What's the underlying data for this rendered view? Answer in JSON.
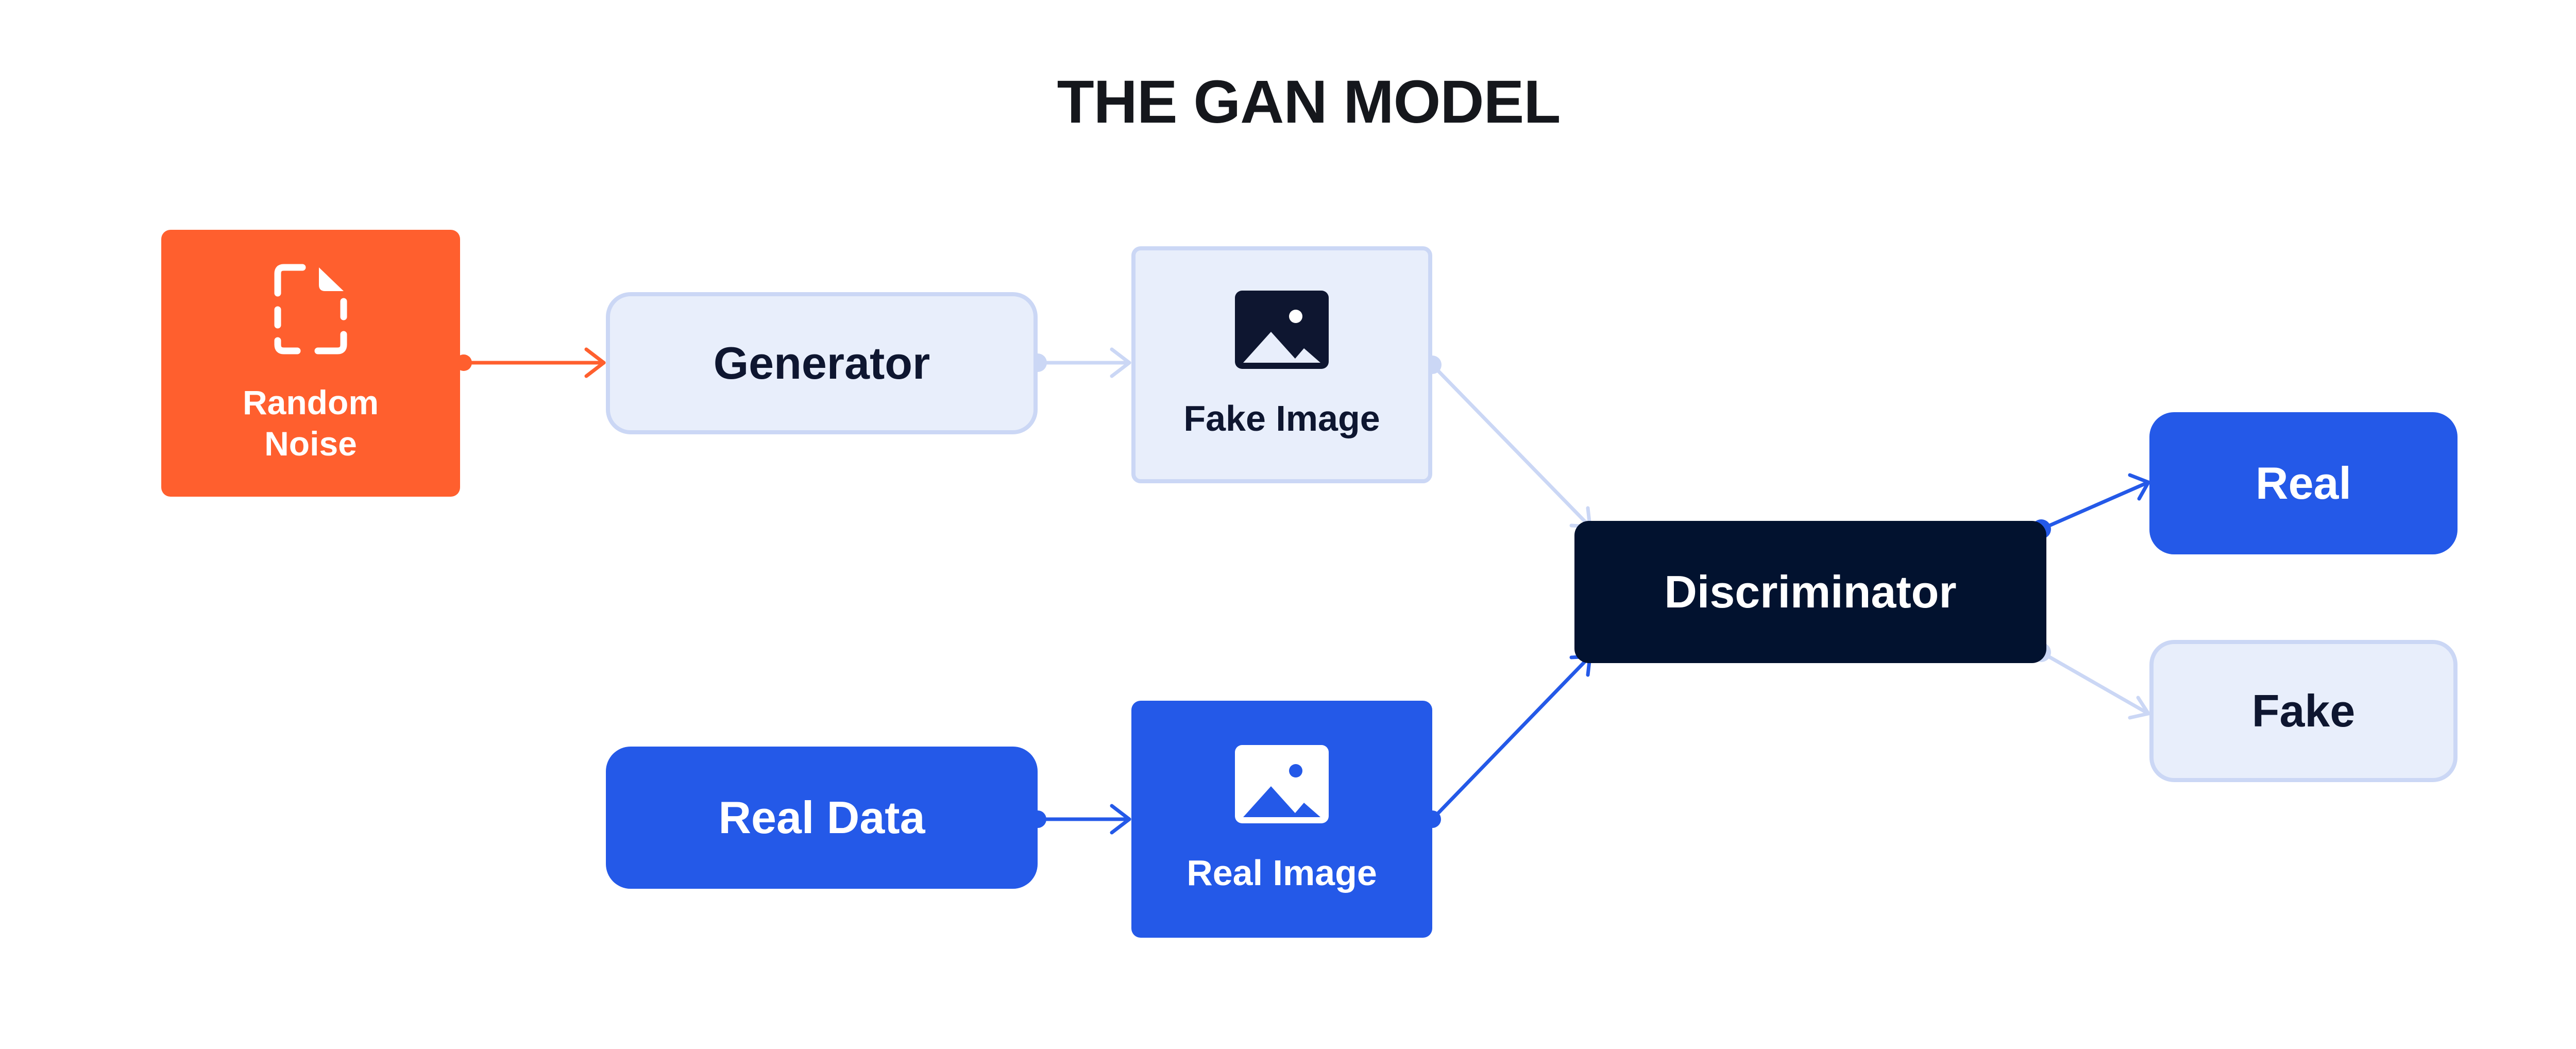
{
  "diagram": {
    "title": "THE GAN MODEL",
    "nodes": {
      "random_noise": {
        "line1": "Random",
        "line2": "Noise",
        "icon": "dashed-document-icon"
      },
      "generator": {
        "label": "Generator"
      },
      "fake_image": {
        "label": "Fake Image",
        "icon": "image-icon"
      },
      "real_data": {
        "label": "Real Data"
      },
      "real_image": {
        "label": "Real Image",
        "icon": "image-icon"
      },
      "discriminator": {
        "label": "Discriminator"
      },
      "real": {
        "label": "Real"
      },
      "fake": {
        "label": "Fake"
      }
    },
    "edges": [
      {
        "from": "Random Noise",
        "to": "Generator"
      },
      {
        "from": "Generator",
        "to": "Fake Image"
      },
      {
        "from": "Fake Image",
        "to": "Discriminator"
      },
      {
        "from": "Real Data",
        "to": "Real Image"
      },
      {
        "from": "Real Image",
        "to": "Discriminator"
      },
      {
        "from": "Discriminator",
        "to": "Real"
      },
      {
        "from": "Discriminator",
        "to": "Fake"
      }
    ],
    "colors": {
      "noise": "#ff5f2e",
      "light_fill": "#e8eefb",
      "light_border": "#cbd7f5",
      "blue": "#2459e8",
      "dark": "#02122f",
      "text_dark": "#0e1630",
      "title": "#15171c"
    }
  }
}
